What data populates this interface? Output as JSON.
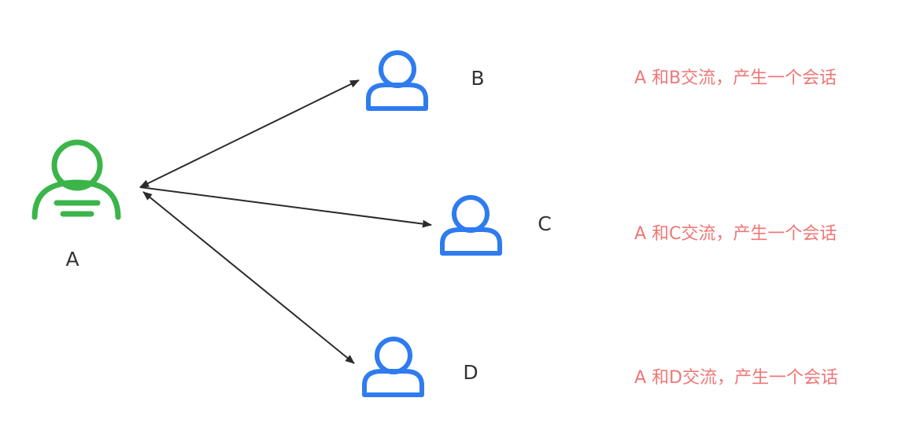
{
  "colors": {
    "center_user": "#3bb54a",
    "peer_user": "#2f7bf0",
    "arrow": "#2b2b2b",
    "label": "#333333",
    "note": "#f07676"
  },
  "icons": {
    "center": "user-group-icon",
    "peer": "user-icon"
  },
  "nodes": {
    "a": {
      "label": "A"
    },
    "b": {
      "label": "B"
    },
    "c": {
      "label": "C"
    },
    "d": {
      "label": "D"
    }
  },
  "notes": {
    "b": "A 和B交流，产生一个会话",
    "c": "A 和C交流，产生一个会话",
    "d": "A 和D交流，产生一个会话"
  }
}
